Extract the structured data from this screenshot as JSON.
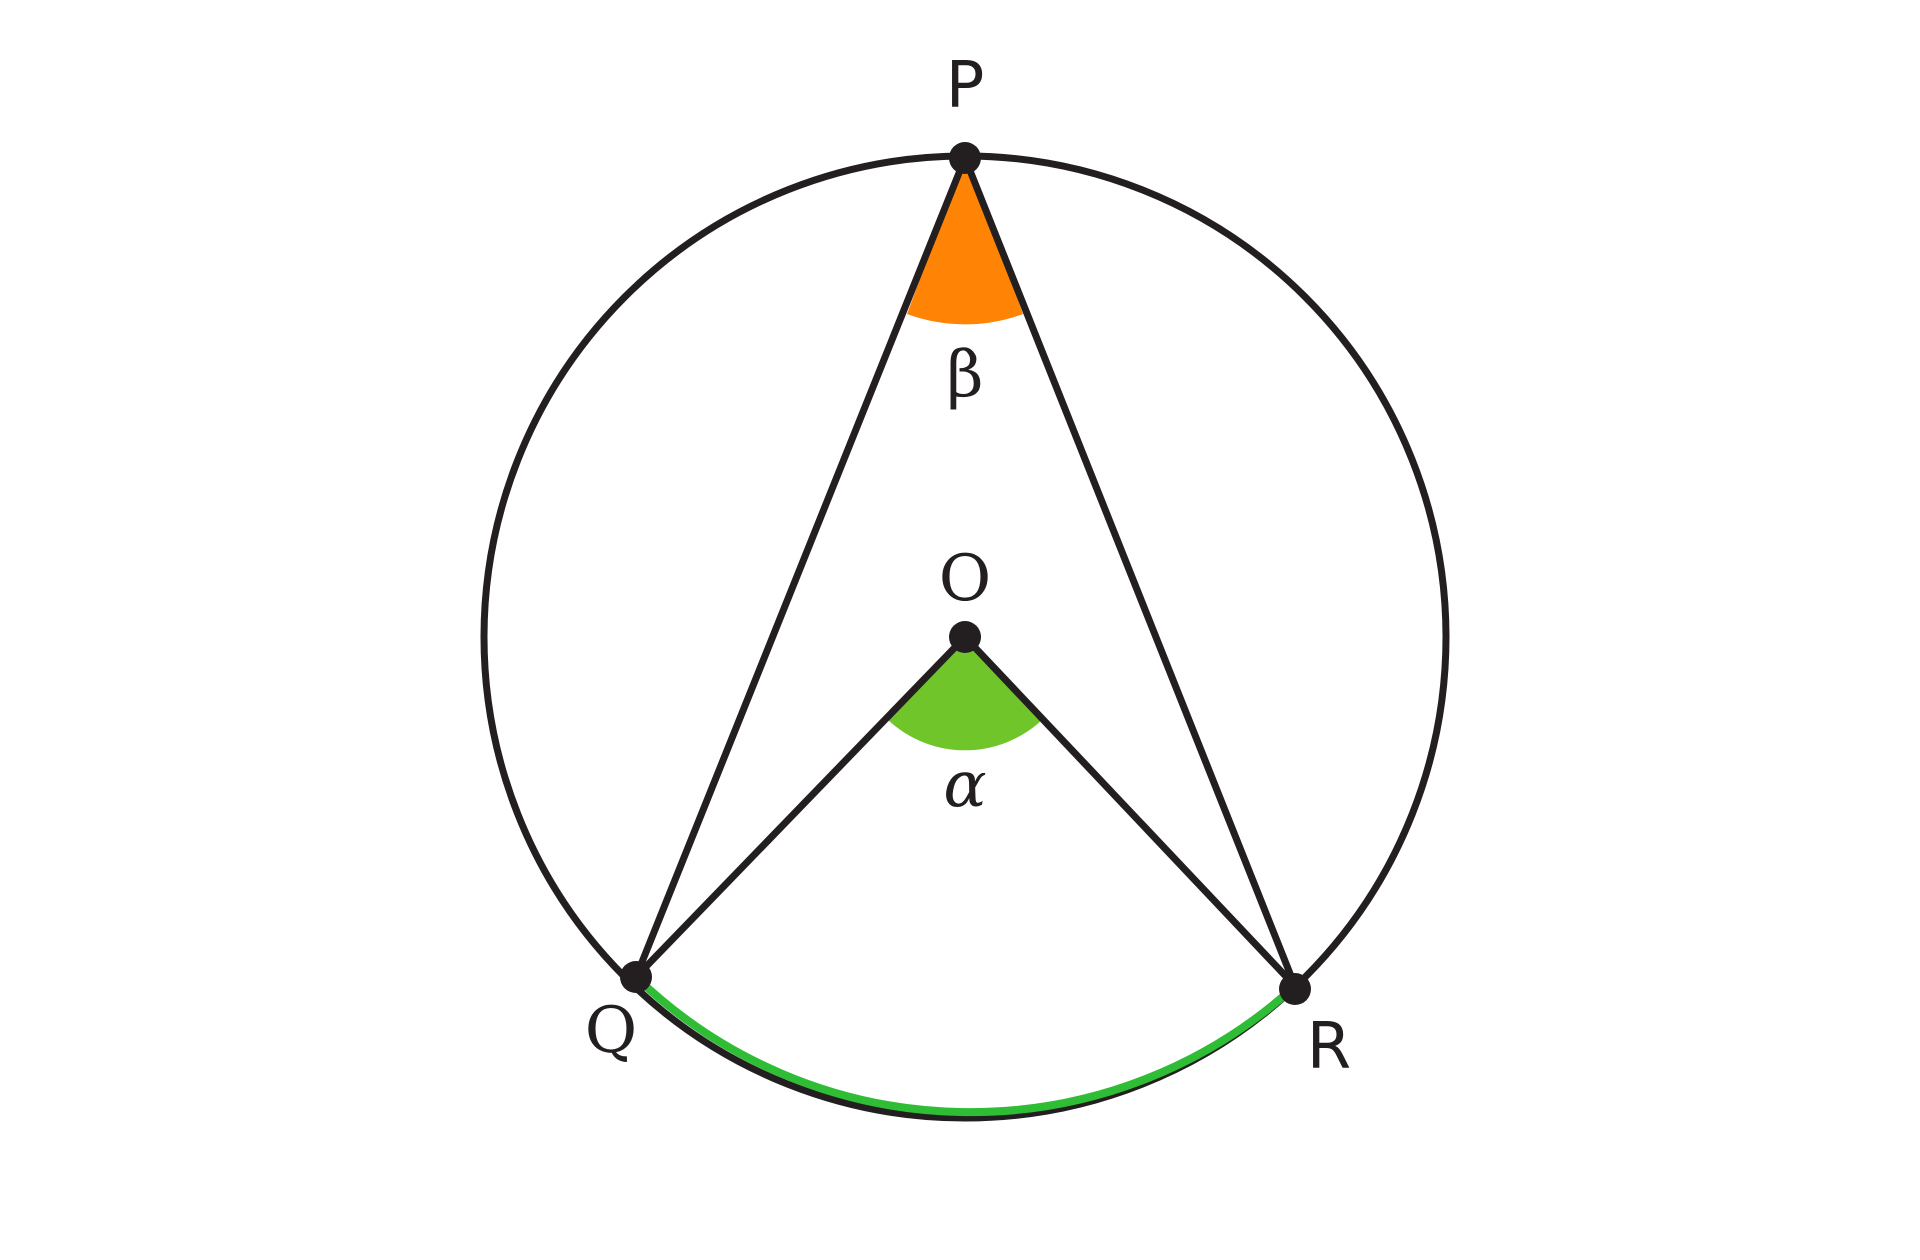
{
  "labels": {
    "point_p": "P",
    "point_o": "O",
    "point_q": "Q",
    "point_r": "R",
    "angle_inscribed": "β",
    "angle_central": "α"
  },
  "colors": {
    "stroke": "#231f20",
    "arc_highlight": "#2ebd35",
    "central_angle_fill": "#70c52a",
    "inscribed_angle_fill": "#ff8305",
    "background": "#ffffff"
  }
}
